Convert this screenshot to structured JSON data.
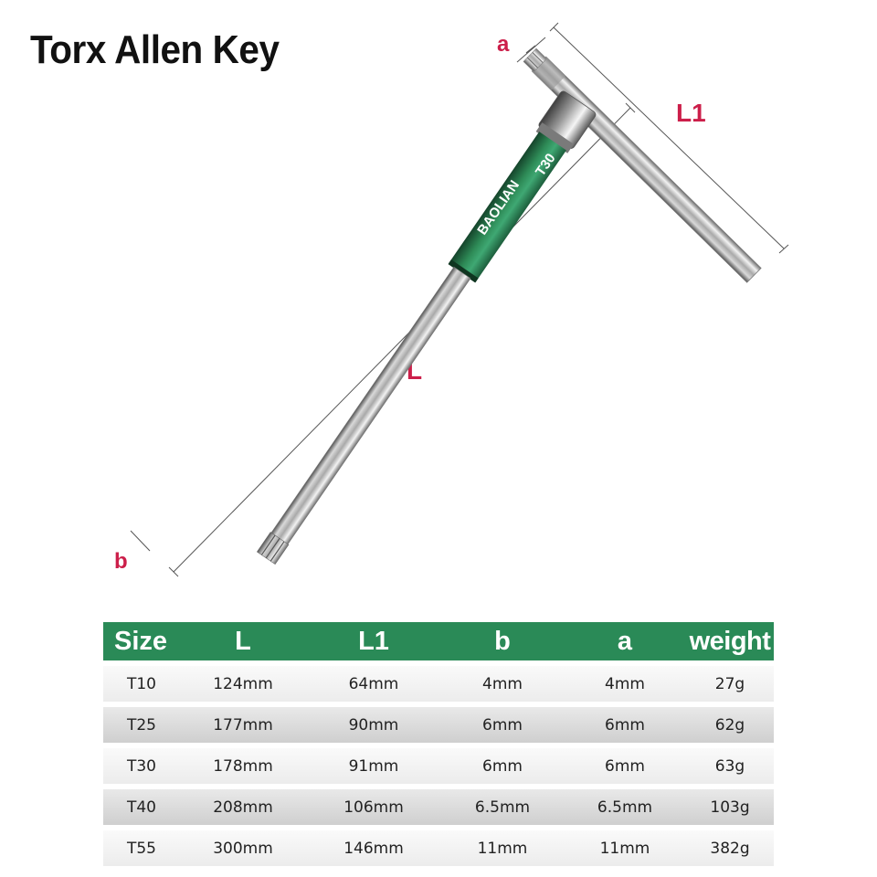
{
  "title": "Torx Allen Key",
  "diagram": {
    "brand": "BAOLIAN",
    "model_marking": "T30",
    "dimension_labels": {
      "a": "a",
      "b": "b",
      "L": "L",
      "L1": "L1"
    },
    "colors": {
      "handle_green": "#2e8b57",
      "dimension_red": "#cc1f4a"
    }
  },
  "table": {
    "header_color": "#2a8a57",
    "headers": [
      "Size",
      "L",
      "L1",
      "b",
      "a",
      "weight"
    ],
    "rows": [
      [
        "T10",
        "124mm",
        "64mm",
        "4mm",
        "4mm",
        "27g"
      ],
      [
        "T25",
        "177mm",
        "90mm",
        "6mm",
        "6mm",
        "62g"
      ],
      [
        "T30",
        "178mm",
        "91mm",
        "6mm",
        "6mm",
        "63g"
      ],
      [
        "T40",
        "208mm",
        "106mm",
        "6.5mm",
        "6.5mm",
        "103g"
      ],
      [
        "T55",
        "300mm",
        "146mm",
        "11mm",
        "11mm",
        "382g"
      ]
    ]
  }
}
